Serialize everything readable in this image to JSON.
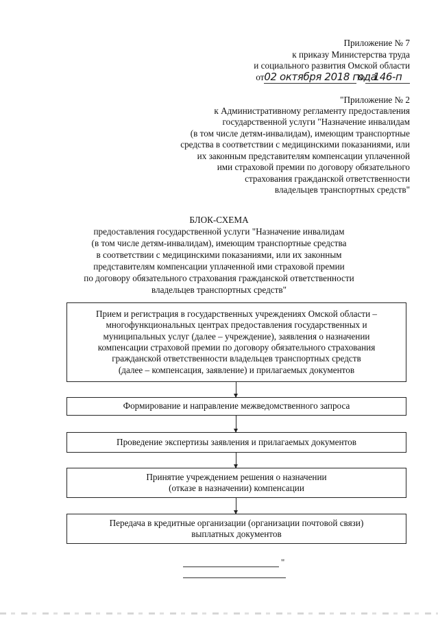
{
  "appendix7": {
    "title": "Приложение № 7",
    "line2": "к приказу Министерства труда",
    "line3": "и социального развития Омской области",
    "date_prefix": "от",
    "date_handwritten": "02 октября 2018 года",
    "number_prefix": "№",
    "number_handwritten": "146-п"
  },
  "appendix2": {
    "title": "\"Приложение № 2",
    "lines": [
      "к Административному регламенту предоставления",
      "государственной услуги \"Назначение инвалидам",
      "(в том числе детям-инвалидам), имеющим транспортные",
      "средства в соответствии с медицинскими показаниями, или",
      "их законным представителям компенсации уплаченной",
      "ими страховой премии по договору обязательного",
      "страхования гражданской ответственности",
      "владельцев транспортных средств\""
    ]
  },
  "scheme": {
    "title": "БЛОК-СХЕМА",
    "lines": [
      "предоставления государственной услуги \"Назначение инвалидам",
      "(в том числе детям-инвалидам), имеющим транспортные средства",
      "в соответствии с медицинскими показаниями, или их законным",
      "представителям компенсации уплаченной ими страховой премии",
      "по договору обязательного страхования гражданской ответственности",
      "владельцев транспортных средств\""
    ]
  },
  "steps": [
    {
      "lines": [
        "Прием и регистрация в государственных учреждениях Омской области –",
        "многофункциональных центрах предоставления государственных и",
        "муниципальных услуг (далее – учреждение), заявления о назначении",
        "компенсации страховой премии по договору обязательного страхования",
        "гражданской ответственности владельцев транспортных средств",
        "(далее – компенсация, заявление) и прилагаемых документов"
      ]
    },
    {
      "lines": [
        "Формирование и направление межведомственного запроса"
      ]
    },
    {
      "lines": [
        "Проведение экспертизы заявления и прилагаемых документов"
      ]
    },
    {
      "lines": [
        "Принятие учреждением решения о назначении",
        "(отказе в назначении) компенсации"
      ]
    },
    {
      "lines": [
        "Передача в кредитные организации (организации почтовой связи)",
        "выплатных документов"
      ]
    }
  ],
  "footer": {
    "closing_quote": "\""
  }
}
